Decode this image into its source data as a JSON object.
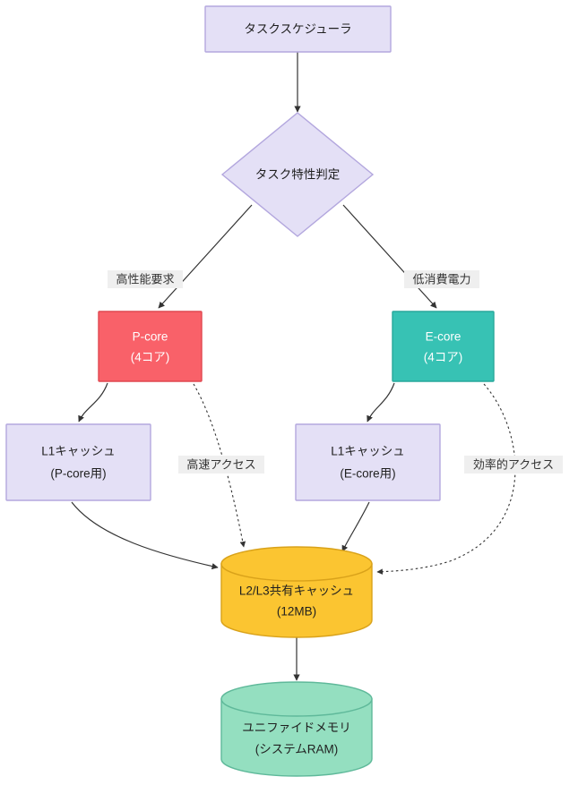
{
  "diagram": {
    "type": "flowchart",
    "title_text": "",
    "orientation": "top-to-bottom",
    "background": "#ffffff"
  },
  "palette": {
    "lavender_fill": "#e4e0f6",
    "lavender_stroke": "#b3a7de",
    "pcore_fill": "#f96169",
    "pcore_stroke": "#e04850",
    "ecore_fill": "#37c2b4",
    "ecore_stroke": "#28a89b",
    "cache_fill": "#fbc531",
    "cache_stroke": "#d9a21a",
    "memory_fill": "#94dfc0",
    "memory_stroke": "#5fb99a",
    "edge_color": "#333333",
    "label_bg": "#efefef",
    "text_dark": "#1f1f1f",
    "text_light": "#ffffff"
  },
  "nodes": [
    {
      "id": "scheduler",
      "shape": "rect",
      "label": "タスクスケジューラ",
      "lines": [
        "タスクスケジューラ"
      ],
      "fill": "#e4e0f6",
      "stroke": "#b3a7de",
      "text_color": "#1f1f1f"
    },
    {
      "id": "decision",
      "shape": "diamond",
      "label": "タスク特性判定",
      "lines": [
        "タスク特性判定"
      ],
      "fill": "#e4e0f6",
      "stroke": "#b3a7de",
      "text_color": "#1f1f1f"
    },
    {
      "id": "pcore",
      "shape": "rect",
      "label": "P-core (4コア)",
      "lines": [
        "P-core",
        "(4コア)"
      ],
      "fill": "#f96169",
      "stroke": "#e04850",
      "text_color": "#ffffff"
    },
    {
      "id": "ecore",
      "shape": "rect",
      "label": "E-core (4コア)",
      "lines": [
        "E-core",
        "(4コア)"
      ],
      "fill": "#37c2b4",
      "stroke": "#28a89b",
      "text_color": "#ffffff"
    },
    {
      "id": "l1-pcore",
      "shape": "rect",
      "label": "L1キャッシュ (P-core用)",
      "lines": [
        "L1キャッシュ",
        "(P-core用)"
      ],
      "fill": "#e4e0f6",
      "stroke": "#b3a7de",
      "text_color": "#1f1f1f"
    },
    {
      "id": "l1-ecore",
      "shape": "rect",
      "label": "L1キャッシュ (E-core用)",
      "lines": [
        "L1キャッシュ",
        "(E-core用)"
      ],
      "fill": "#e4e0f6",
      "stroke": "#b3a7de",
      "text_color": "#1f1f1f"
    },
    {
      "id": "shared-cache",
      "shape": "cylinder",
      "label": "L2/L3共有キャッシュ (12MB)",
      "lines": [
        "L2/L3共有キャッシュ",
        "(12MB)"
      ],
      "fill": "#fbc531",
      "stroke": "#d9a21a",
      "text_color": "#1f1f1f"
    },
    {
      "id": "unified-memory",
      "shape": "cylinder",
      "label": "ユニファイドメモリ (システムRAM)",
      "lines": [
        "ユニファイドメモリ",
        "(システムRAM)"
      ],
      "fill": "#94dfc0",
      "stroke": "#5fb99a",
      "text_color": "#1f1f1f"
    }
  ],
  "edges": [
    {
      "id": "e1",
      "from": "scheduler",
      "to": "decision",
      "label": "",
      "style": "solid"
    },
    {
      "id": "e2",
      "from": "decision",
      "to": "pcore",
      "label": "高性能要求",
      "style": "solid"
    },
    {
      "id": "e3",
      "from": "decision",
      "to": "ecore",
      "label": "低消費電力",
      "style": "solid"
    },
    {
      "id": "e4",
      "from": "pcore",
      "to": "l1-pcore",
      "label": "",
      "style": "solid"
    },
    {
      "id": "e5",
      "from": "ecore",
      "to": "l1-ecore",
      "label": "",
      "style": "solid"
    },
    {
      "id": "e6",
      "from": "l1-pcore",
      "to": "shared-cache",
      "label": "",
      "style": "solid"
    },
    {
      "id": "e7",
      "from": "l1-ecore",
      "to": "shared-cache",
      "label": "",
      "style": "solid"
    },
    {
      "id": "e8",
      "from": "pcore",
      "to": "shared-cache",
      "label": "高速アクセス",
      "style": "dashed"
    },
    {
      "id": "e9",
      "from": "ecore",
      "to": "shared-cache",
      "label": "効率的アクセス",
      "style": "dashed"
    },
    {
      "id": "e10",
      "from": "shared-cache",
      "to": "unified-memory",
      "label": "",
      "style": "solid"
    }
  ],
  "edge_labels": {
    "high_performance": "高性能要求",
    "low_power": "低消費電力",
    "fast_access": "高速アクセス",
    "efficient_access": "効率的アクセス"
  }
}
